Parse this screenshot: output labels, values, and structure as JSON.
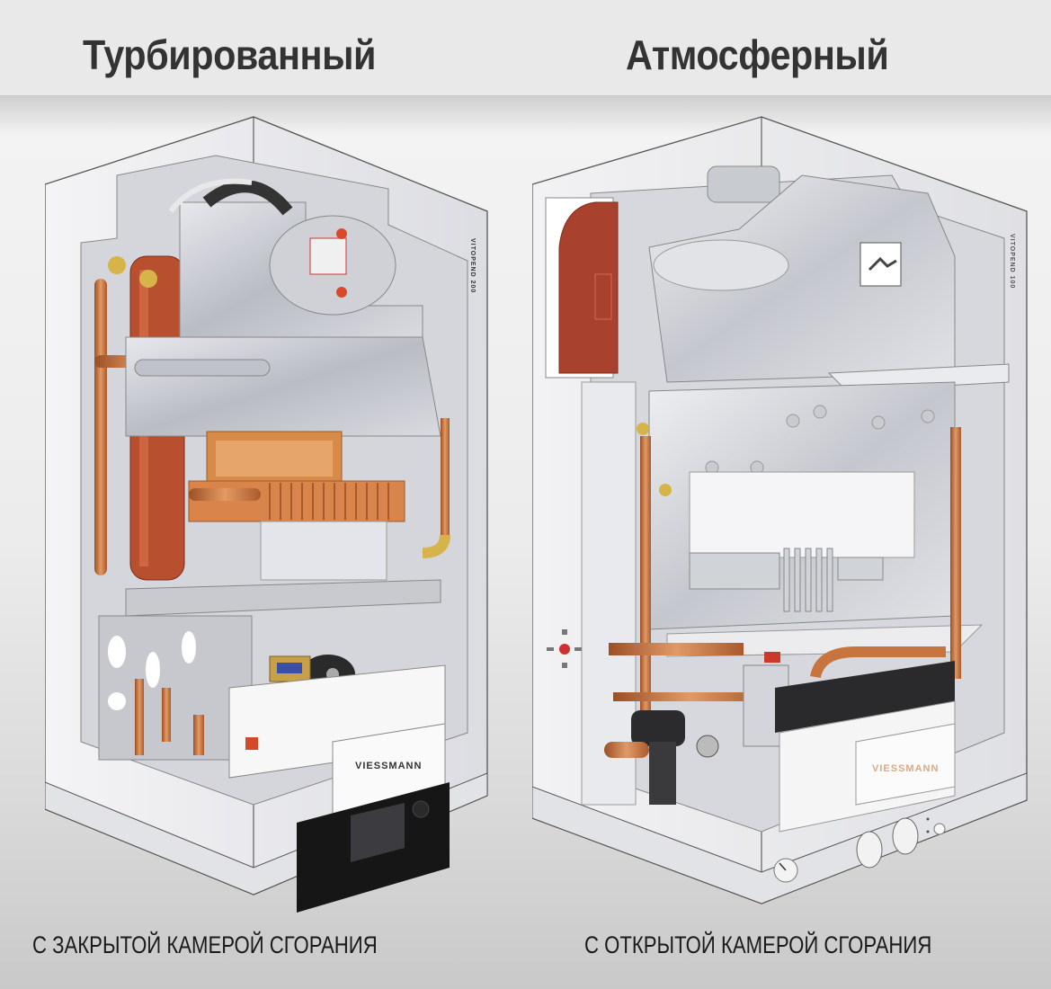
{
  "header": {
    "left_title": "Турбированный",
    "right_title": "Атмосферный"
  },
  "boilers": [
    {
      "id": "turbo",
      "title": "Турбированный",
      "caption": "С ЗАКРЫТОЙ КАМЕРОЙ СГОРАНИЯ",
      "brand": "VIESSMANN",
      "model_label": "VITOPEND 200",
      "components": [
        "fan-blower",
        "expansion-tank",
        "heat-exchanger",
        "burner",
        "pump",
        "gas-valve",
        "control-unit",
        "display-panel"
      ]
    },
    {
      "id": "atmo",
      "title": "Атмосферный",
      "caption": "С ОТКРЫТОЙ КАМЕРОЙ СГОРАНИЯ",
      "brand": "VIESSMANN",
      "model_label": "VITOPEND 100",
      "components": [
        "draft-hood",
        "expansion-tank",
        "combustion-chamber",
        "burner",
        "hydraulic-block",
        "gas-valve",
        "control-box",
        "control-knobs",
        "pressure-gauge"
      ]
    }
  ],
  "colors": {
    "header_bg": "#e9e9e9",
    "title_text": "#333333",
    "caption_text": "#1a1a1a",
    "copper": "#c8743e",
    "expansion_tank_red": "#a8412e",
    "steel": "#c9ccd2",
    "display_black": "#1a1a1a"
  }
}
